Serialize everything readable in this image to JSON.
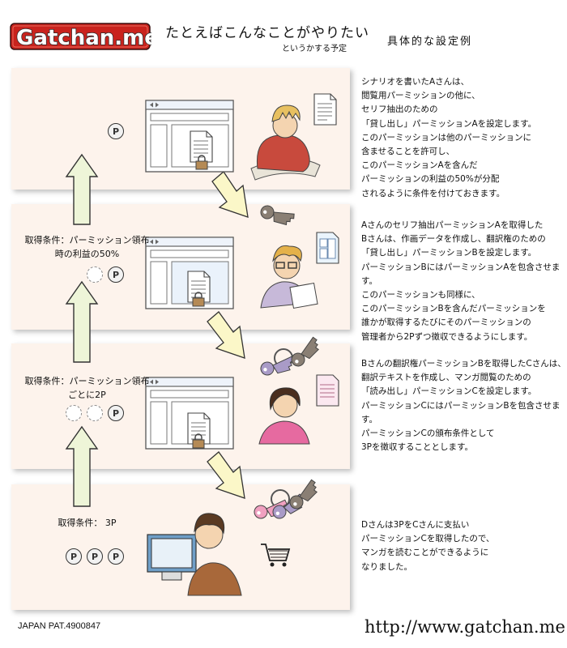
{
  "header": {
    "logo_text": "Gatchan.me",
    "title": "たとえばこんなことがやりたい",
    "subtitle": "というかする予定",
    "example_label": "具体的な設定例"
  },
  "panels": [
    {
      "condition": "",
      "coins": 1,
      "empty_coins": 0,
      "description": "シナリオを書いたAさんは、\n閲覧用パーミッションの他に、\nセリフ抽出のための\n「貸し出し」パーミッションAを設定します。\nこのパーミッションは他のパーミッションに\n含ませることを許可し、\nこのパーミッションAを含んだ\nパーミッションの利益の50%が分配\nされるように条件を付けておきます。"
    },
    {
      "condition": "取得条件：パーミッション領布\n時の利益の50%",
      "coins": 1,
      "empty_coins": 1,
      "description": "Aさんのセリフ抽出パーミッションAを取得した\nBさんは、作画データを作成し、翻訳権のための\n「貸し出し」パーミッションBを設定します。\nパーミッションBにはパーミッションAを包含させます。\nこのパーミッションも同様に、\nこのパーミッションBを含んだパーミッションを\n誰かが取得するたびにそのパーミッションの\n管理者から2Pずつ徴収できるようにします。"
    },
    {
      "condition": "取得条件：パーミッション領布\nごとに2P",
      "coins": 1,
      "empty_coins": 2,
      "description": "Bさんの翻訳権パーミッションBを取得したCさんは、\n翻訳テキストを作成し、マンガ閲覧のための\n「読み出し」パーミッションCを設定します。\nパーミッションCにはパーミッションBを包含させます。\nパーミッションCの頒布条件として\n3Pを徴収することとします。"
    },
    {
      "condition": "取得条件： 3P",
      "coins": 3,
      "empty_coins": 0,
      "description": "Dさんは3PをCさんに支払い\nパーミッションCを取得したので、\nマンガを読むことができるように\nなりました。"
    }
  ],
  "coin_symbol": "P",
  "footer": {
    "patent": "JAPAN PAT.4900847",
    "url": "http://www.gatchan.me"
  },
  "icons": [
    "browser-window-icon",
    "lock-icon",
    "key-icon",
    "document-icon",
    "shopping-cart-icon",
    "arrow-icon",
    "person-illustration"
  ],
  "colors": {
    "panel_bg": "#fdf3ec",
    "up_arrow_fill": "#eef5d8",
    "down_arrow_fill": "#fbf7c8",
    "logo_bg": "#c9231d"
  }
}
